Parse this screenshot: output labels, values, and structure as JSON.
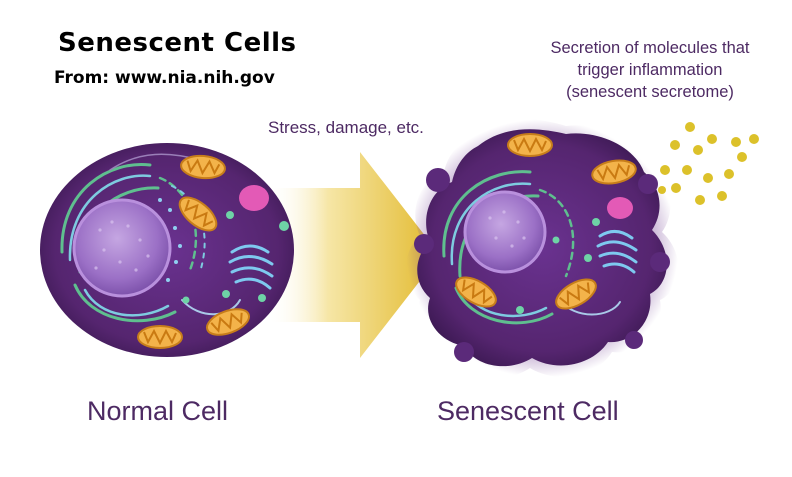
{
  "header": {
    "title": "Senescent Cells",
    "source": "From: www.nia.nih.gov"
  },
  "transition": {
    "label": "Stress, damage, etc."
  },
  "secretion": {
    "lines": [
      "Secretion of molecules that",
      "trigger inflammation",
      "(senescent secretome)"
    ]
  },
  "cells": {
    "normal_label": "Normal Cell",
    "senescent_label": "Senescent Cell"
  },
  "colors": {
    "cell_body": "#5b2a7a",
    "nucleus": "#9a6fc2",
    "mitochondria": "#f2a93b",
    "secretome_dots": "#dcc12a",
    "arrow": "#e8c84a",
    "text_purple": "#4d2a63"
  }
}
